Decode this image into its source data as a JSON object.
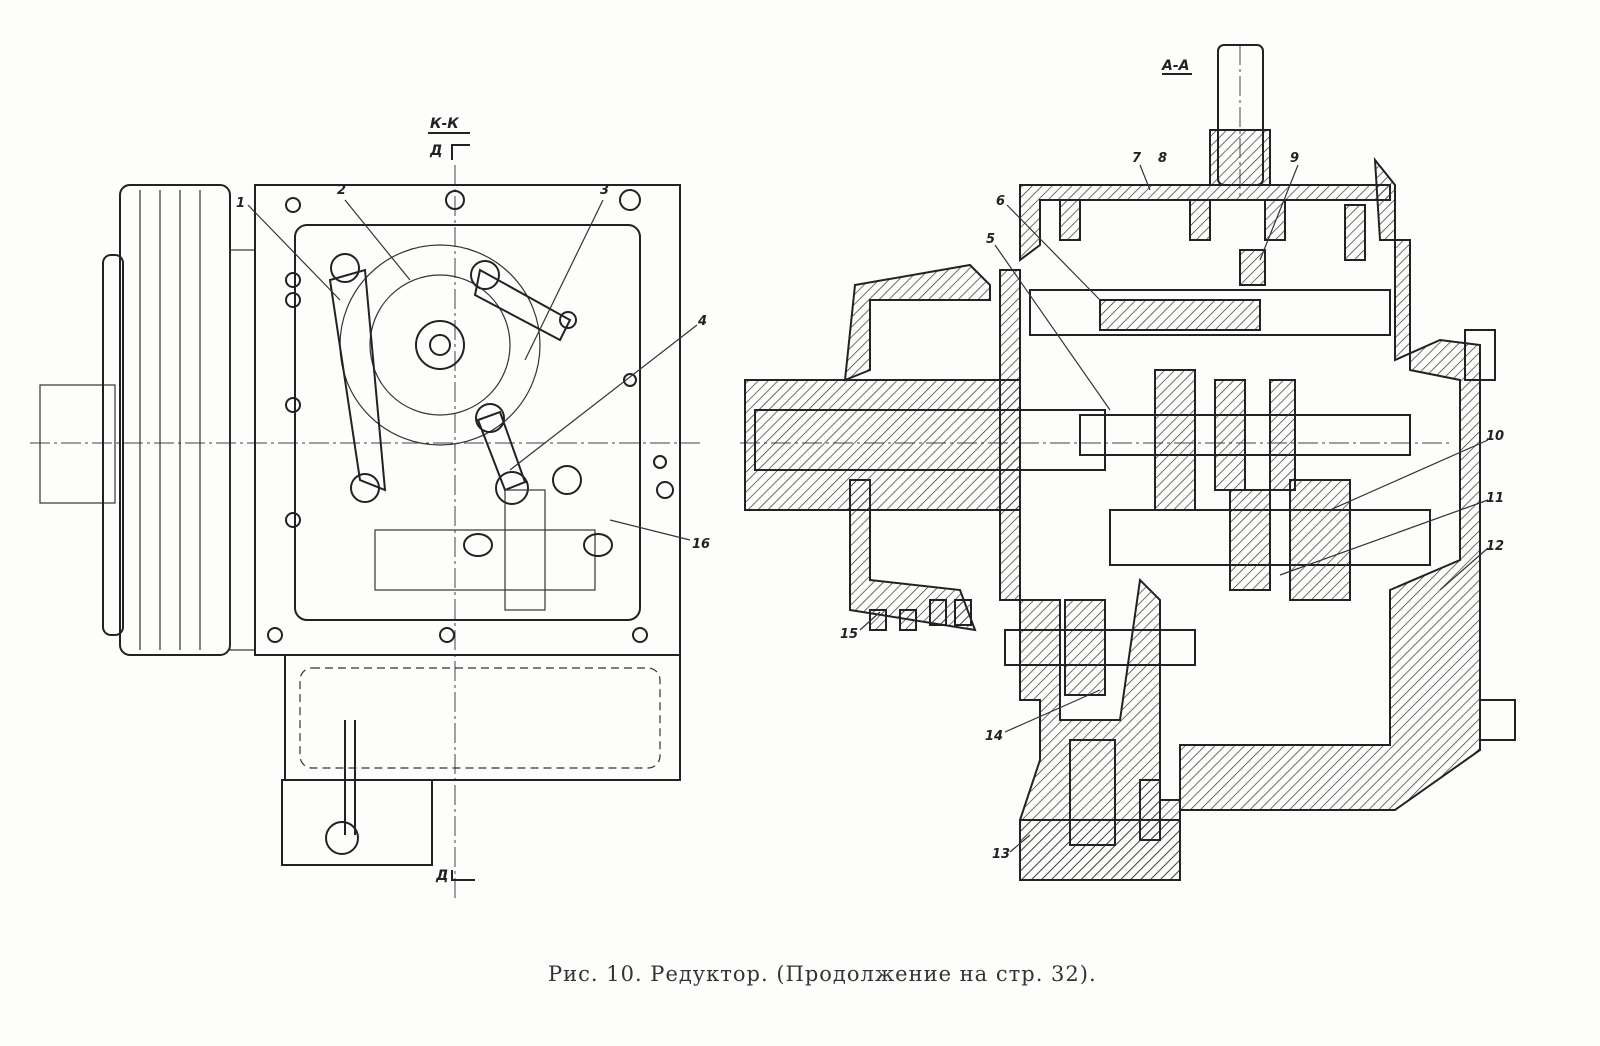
{
  "figure": {
    "caption": "Рис. 10. Редуктор. (Продолжение на стр. 32).",
    "left_view": {
      "section_label": "К-К",
      "view_label_top": "Д",
      "view_label_bottom": "Д",
      "callouts": [
        "1",
        "2",
        "3",
        "4",
        "16"
      ]
    },
    "right_view": {
      "section_label": "А-А",
      "callouts": [
        "5",
        "6",
        "7",
        "8",
        "9",
        "10",
        "11",
        "12",
        "13",
        "14",
        "15"
      ]
    }
  }
}
